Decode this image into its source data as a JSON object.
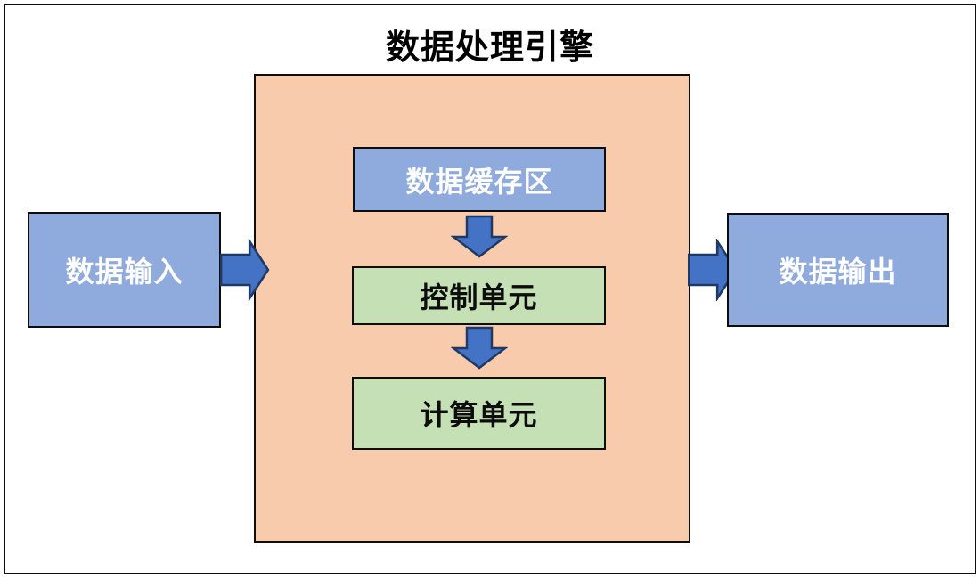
{
  "diagram": {
    "title": "数据处理引擎",
    "nodes": {
      "input": {
        "label": "数据输入"
      },
      "output": {
        "label": "数据输出"
      },
      "buffer": {
        "label": "数据缓存区"
      },
      "control": {
        "label": "控制单元"
      },
      "compute": {
        "label": "计算单元"
      }
    },
    "connections": [
      {
        "from": "input",
        "to": "engine-container",
        "direction": "right"
      },
      {
        "from": "engine-container",
        "to": "output",
        "direction": "right"
      },
      {
        "from": "buffer",
        "to": "control",
        "direction": "down"
      },
      {
        "from": "control",
        "to": "compute",
        "direction": "down"
      }
    ],
    "colors": {
      "node_blue": "#8faadc",
      "node_green": "#c5e0b4",
      "engine_fill": "#f8cbad",
      "arrow_fill": "#4472c4",
      "arrow_stroke": "#1f3864",
      "border": "#0d0d0d",
      "title_text": "#000000",
      "light_text": "#ffffff"
    }
  }
}
